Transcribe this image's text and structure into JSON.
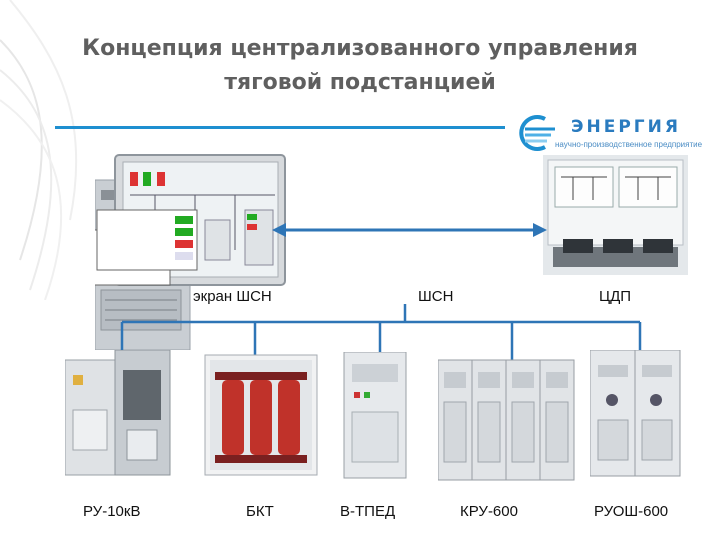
{
  "title_line1": "Концепция централизованного управления",
  "title_line2": "тяговой подстанцией",
  "logo": {
    "name": "ЭНЕРГИЯ",
    "subtitle": "научно-производственное предприятие",
    "color": "#1e8fd0"
  },
  "top_labels": {
    "screen": "экран ШСН",
    "shsn": "ШСН",
    "cdp": "ЦДП"
  },
  "equipment": [
    {
      "label": "РУ-10кВ"
    },
    {
      "label": "БКТ"
    },
    {
      "label": "В-ТПЕД"
    },
    {
      "label": "КРУ-600"
    },
    {
      "label": "РУОШ-600"
    }
  ],
  "line_color": "#2e75b6"
}
